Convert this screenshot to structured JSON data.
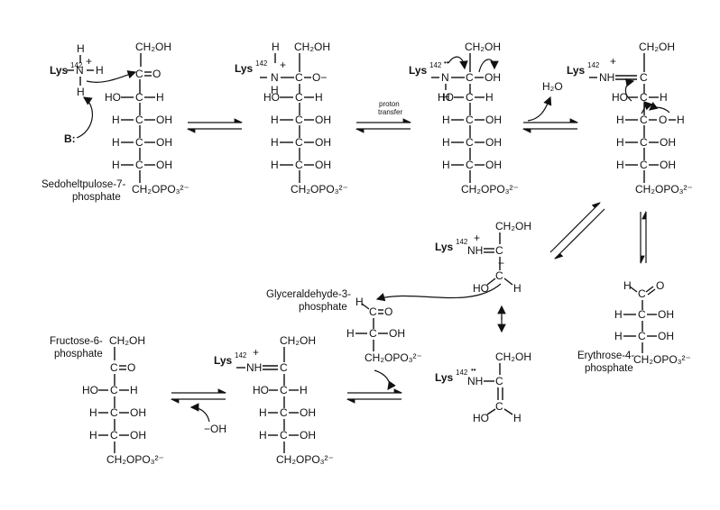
{
  "labels": {
    "lys": "Lys",
    "lys_num": "142",
    "ch2oh": "CH₂OH",
    "ch2opo3": "CH₂OPO₃²⁻",
    "h": "H",
    "c": "C",
    "o": "O",
    "oh": "OH",
    "ho": "HO",
    "n": "N",
    "nh": "NH",
    "plus": "+",
    "minus": "−",
    "b": "B:",
    "h2o": "H₂O",
    "oh_minus": "−OH",
    "o_minus": "O−",
    "proton_transfer_1": "proton",
    "proton_transfer_2": "transfer",
    "lone_pair": "••"
  },
  "captions": {
    "s7p_1": "Sedoheltpulose-7-",
    "s7p_2": "phosphate",
    "g3p_1": "Glyceraldehyde-3-",
    "g3p_2": "phosphate",
    "f6p_1": "Fructose-6-",
    "f6p_2": "phosphate",
    "e4p_1": "Erythrose-4-",
    "e4p_2": "phosphate"
  }
}
